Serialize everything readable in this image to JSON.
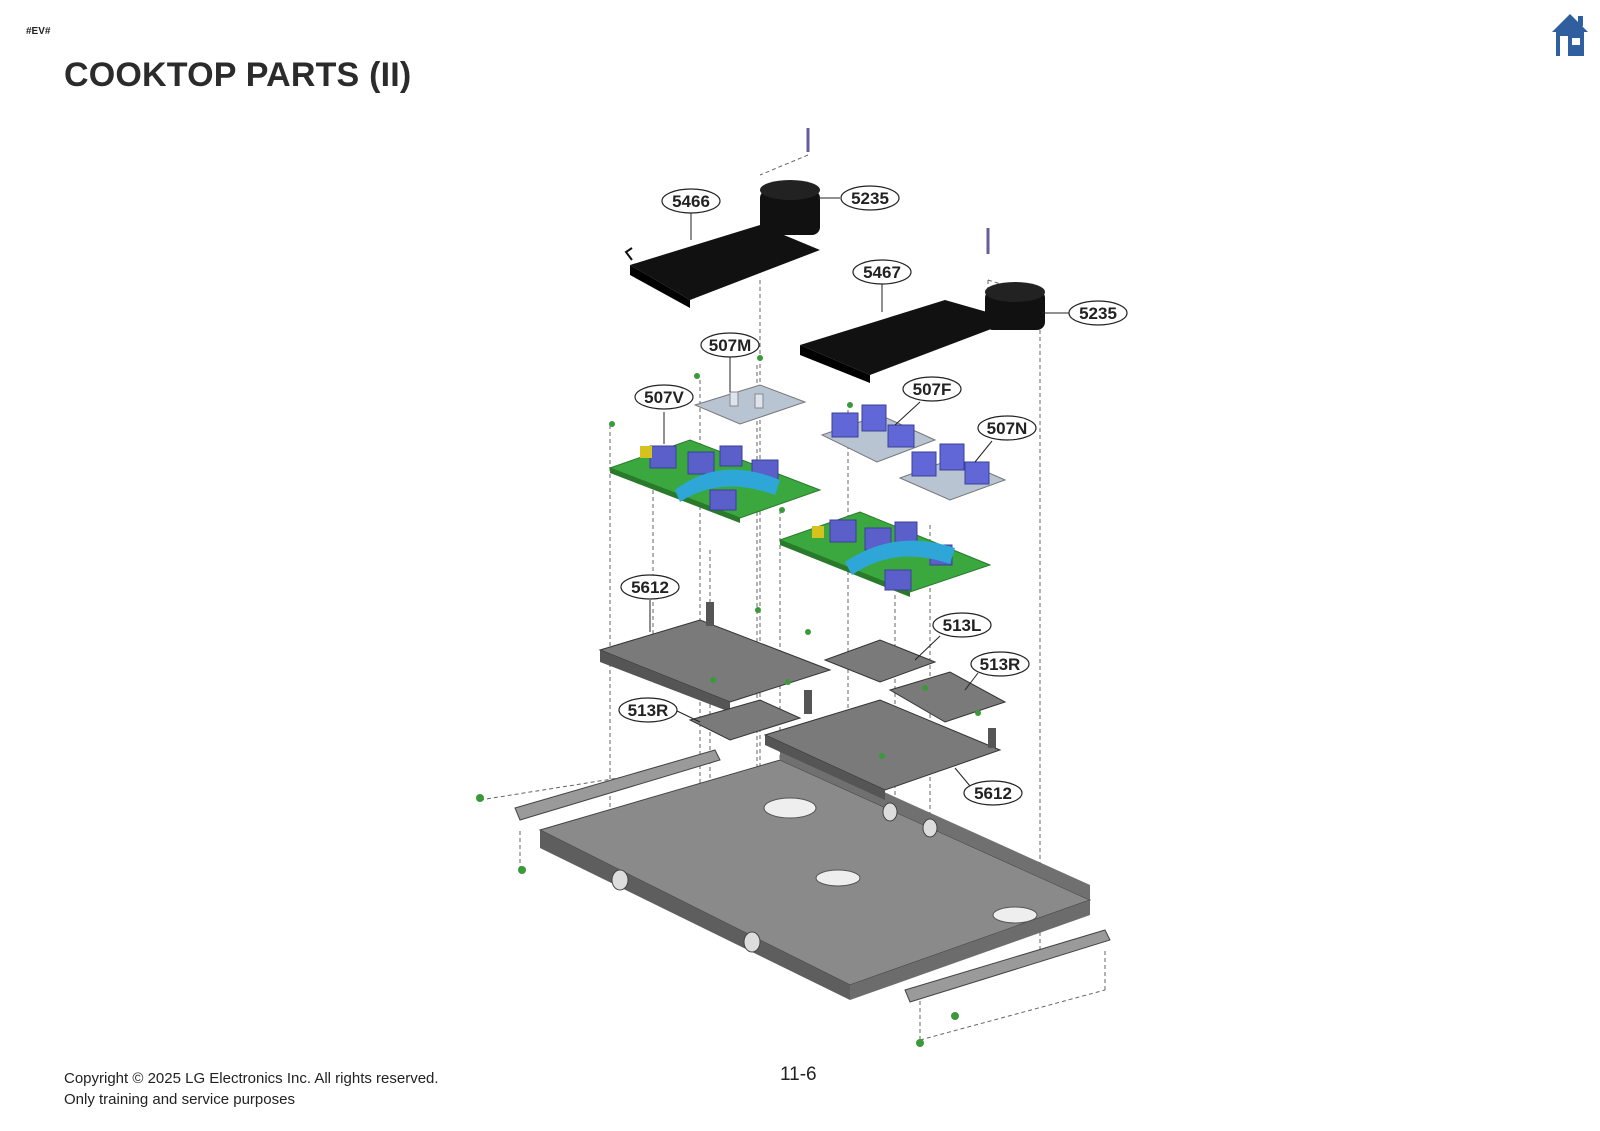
{
  "header": {
    "tag": "#EV#",
    "title": "COOKTOP PARTS (II)",
    "home_icon": "home-icon"
  },
  "callouts": [
    {
      "id": "c-5466a",
      "label": "5466"
    },
    {
      "id": "c-5235a",
      "label": "5235"
    },
    {
      "id": "c-5467",
      "label": "5467"
    },
    {
      "id": "c-5235b",
      "label": "5235"
    },
    {
      "id": "c-507m",
      "label": "507M"
    },
    {
      "id": "c-507v",
      "label": "507V"
    },
    {
      "id": "c-507f",
      "label": "507F"
    },
    {
      "id": "c-507n",
      "label": "507N"
    },
    {
      "id": "c-5612a",
      "label": "5612"
    },
    {
      "id": "c-513l",
      "label": "513L"
    },
    {
      "id": "c-513r-b",
      "label": "513R"
    },
    {
      "id": "c-513r-a",
      "label": "513R"
    },
    {
      "id": "c-5612b",
      "label": "5612"
    }
  ],
  "footer": {
    "copyright_line1": "Copyright © 2025 LG Electronics Inc. All rights reserved.",
    "copyright_line2": "Only training and service purposes",
    "page_number": "11-6"
  },
  "colors": {
    "home": "#2f5f9e",
    "board_green": "#3aa83e",
    "component_blue": "#5a5fc9",
    "bracket_black": "#111111",
    "tray_gray": "#6b6b6b"
  }
}
